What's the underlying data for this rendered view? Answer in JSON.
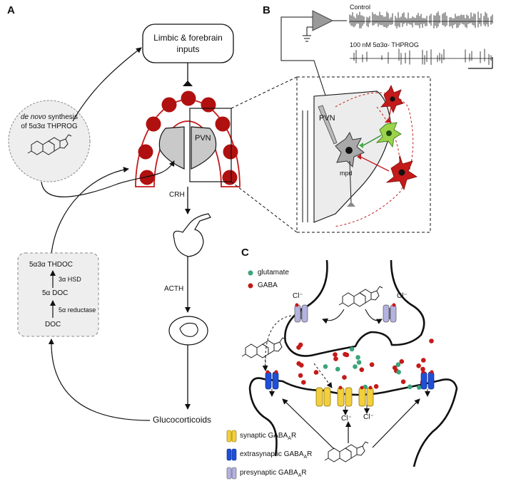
{
  "panels": {
    "a": "A",
    "b": "B",
    "c": "C"
  },
  "panel_a": {
    "limbic_inputs": "Limbic & forebrain inputs",
    "synthesis_line1_italic": "de novo",
    "synthesis_line1_rest": " synthesis",
    "synthesis_line2": "of 5α3α THPROG",
    "pvn": "PVN",
    "crh": "CRH",
    "acth": "ACTH",
    "glucocorticoids": "Glucocorticoids",
    "pathway": {
      "thdoc": "5α3α THDOC",
      "hsd": "3α HSD",
      "five_doc": "5α DOC",
      "reductase": "5α reductase",
      "doc": "DOC"
    }
  },
  "panel_b": {
    "control": "Control",
    "treatment": "100 nM 5α3α- THPROG",
    "pvn": "PVN",
    "mpd": "mpd"
  },
  "panel_c": {
    "legend_glutamate": "glutamate",
    "legend_gaba": "GABA",
    "chloride": "Cl⁻",
    "synaptic_label": "synaptic GABA",
    "extrasynaptic_label": "extrasynaptic GABA",
    "presynaptic_label": "presynaptic GABA",
    "receptor_sub": "A",
    "receptor_suffix": "R"
  },
  "colors": {
    "red": "#c41a1a",
    "green": "#3aa57a",
    "synaptic_receptor": "#f2cf3d",
    "extrasynaptic_receptor": "#1f4fd6",
    "presynaptic_receptor": "#b4b2e0"
  }
}
